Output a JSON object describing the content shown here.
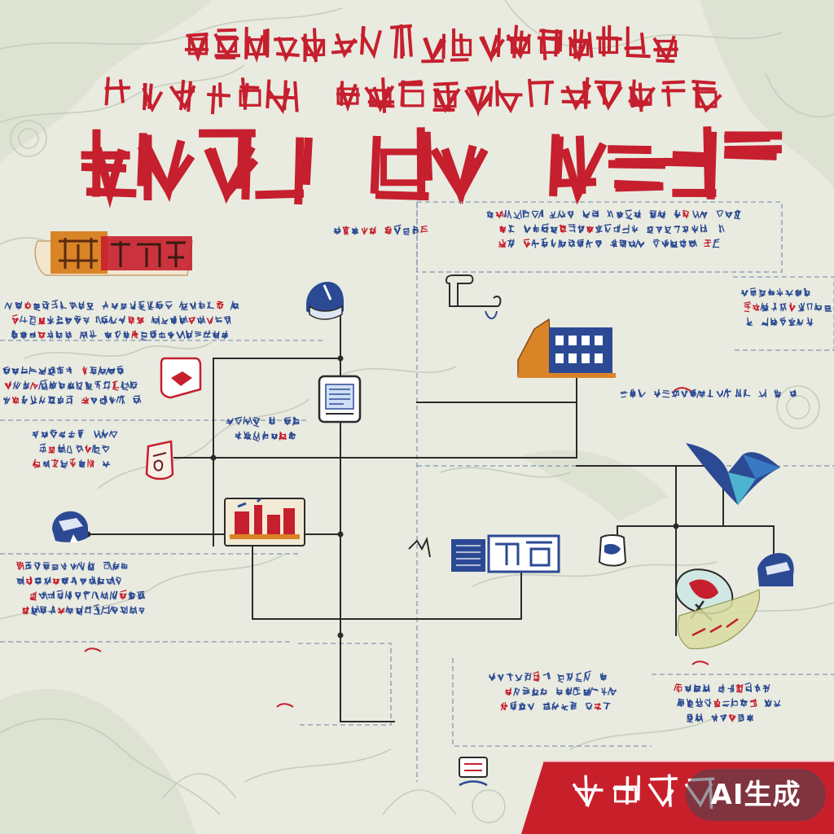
{
  "title": {
    "lines": [
      {
        "text": "",
        "color": "#c61f2e",
        "style": "thin"
      },
      {
        "text": "",
        "color": "#c61f2e",
        "style": "thin"
      },
      {
        "text": "",
        "color": "#c61f2e",
        "style": "bold"
      }
    ]
  },
  "colors": {
    "background": "#e9ebe0",
    "map_lines": "#c7cdbd",
    "title_red": "#c61f2e",
    "connector": "#2b2b2b",
    "dashed_frame": "#8696b3",
    "ink_blue": "#2c4a94",
    "accent_orange": "#d98426",
    "banner_red": "#c8202b"
  },
  "header_badge": {
    "text": "",
    "fill": "#d98426",
    "accent": "#c61f2e"
  },
  "nodes": [
    {
      "id": "helmet-node",
      "icon": "helmet-icon"
    },
    {
      "id": "document-node",
      "icon": "document-icon"
    },
    {
      "id": "scroll-node",
      "icon": "scroll-icon"
    },
    {
      "id": "building-node",
      "icon": "building-icon"
    },
    {
      "id": "tag-node",
      "icon": "tag-icon"
    },
    {
      "id": "shield-node",
      "icon": "shield-icon"
    },
    {
      "id": "cap-node",
      "icon": "cap-icon"
    },
    {
      "id": "workshop-node",
      "icon": "workshop-icon"
    },
    {
      "id": "factory-node",
      "icon": "factory-icon"
    },
    {
      "id": "bird-node",
      "icon": "bird-icon"
    },
    {
      "id": "lantern-node",
      "icon": "lantern-icon"
    },
    {
      "id": "hat-node",
      "icon": "hat-icon"
    },
    {
      "id": "fish-node",
      "icon": "fish-icon"
    },
    {
      "id": "stamp-node",
      "icon": "stamp-icon"
    }
  ],
  "text_blocks": [
    {
      "id": "caption-top-center",
      "lines": 1
    },
    {
      "id": "caption-top-right",
      "lines": 3
    },
    {
      "id": "caption-left-upper",
      "lines": 3
    },
    {
      "id": "caption-left-middle",
      "lines": 3
    },
    {
      "id": "caption-left-lower",
      "lines": 3
    },
    {
      "id": "caption-left-bottom",
      "lines": 4
    },
    {
      "id": "caption-center",
      "lines": 2
    },
    {
      "id": "caption-right-upper",
      "lines": 3
    },
    {
      "id": "caption-right-middle",
      "lines": 1
    },
    {
      "id": "caption-bottom-center",
      "lines": 3
    },
    {
      "id": "caption-bottom-right",
      "lines": 3
    }
  ],
  "footer_banner": {
    "text": "",
    "color": "#c8202b"
  },
  "watermark": {
    "text": "AI生成"
  }
}
